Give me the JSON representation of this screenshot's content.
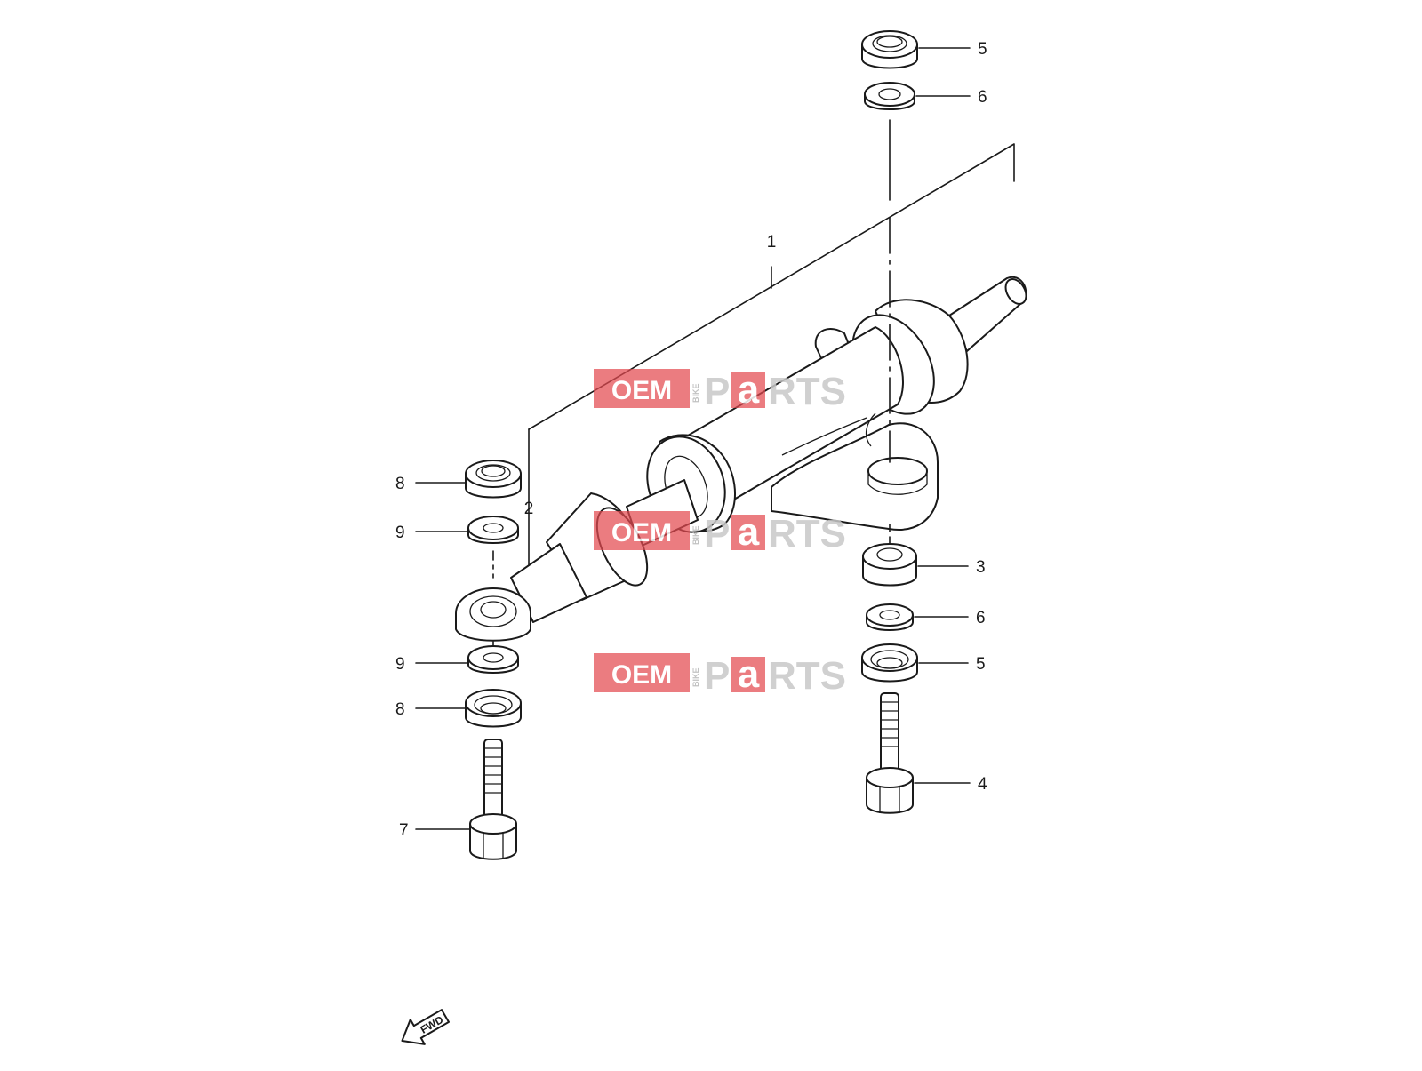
{
  "diagram": {
    "callouts": [
      {
        "id": "c1",
        "label": "1"
      },
      {
        "id": "c2",
        "label": "2"
      },
      {
        "id": "c3",
        "label": "3"
      },
      {
        "id": "c4",
        "label": "4"
      },
      {
        "id": "c5a",
        "label": "5"
      },
      {
        "id": "c5b",
        "label": "5"
      },
      {
        "id": "c6a",
        "label": "6"
      },
      {
        "id": "c6b",
        "label": "6"
      },
      {
        "id": "c7",
        "label": "7"
      },
      {
        "id": "c8a",
        "label": "8"
      },
      {
        "id": "c8b",
        "label": "8"
      },
      {
        "id": "c9a",
        "label": "9"
      },
      {
        "id": "c9b",
        "label": "9"
      }
    ],
    "direction_label": "FWD"
  },
  "watermark": {
    "brand_left": "OEM",
    "brand_small": "BIKE",
    "brand_p": "P",
    "brand_a": "a",
    "brand_right": "RTS",
    "colors": {
      "red": "#e34a50",
      "gray": "#c8c8c8"
    }
  }
}
